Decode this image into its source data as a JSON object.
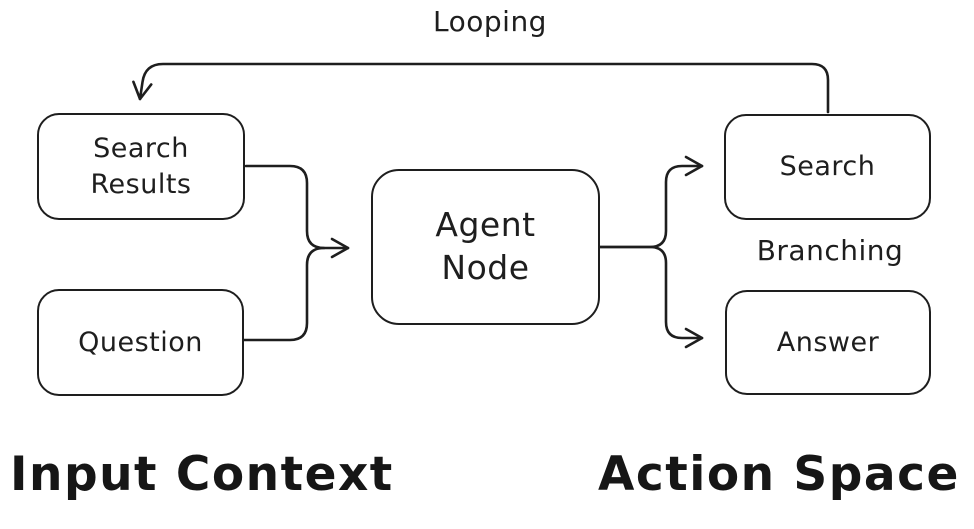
{
  "diagram": {
    "nodes": {
      "search_results": {
        "lines": [
          "Search",
          "Results"
        ]
      },
      "question": {
        "label": "Question"
      },
      "agent_node": {
        "lines": [
          "Agent",
          "Node"
        ]
      },
      "search": {
        "label": "Search"
      },
      "answer": {
        "label": "Answer"
      }
    },
    "annotations": {
      "looping": "Looping",
      "branching": "Branching"
    },
    "section_labels": {
      "input_context": "Input Context",
      "action_space": "Action Space"
    },
    "edges": [
      {
        "from": "search_results",
        "to": "agent_node"
      },
      {
        "from": "question",
        "to": "agent_node"
      },
      {
        "from": "agent_node",
        "to": "search",
        "label": "branching"
      },
      {
        "from": "agent_node",
        "to": "answer",
        "label": "branching"
      },
      {
        "from": "search",
        "to": "search_results",
        "label": "looping"
      }
    ],
    "colors": {
      "stroke": "#1e1e1e",
      "background": "#ffffff"
    }
  }
}
